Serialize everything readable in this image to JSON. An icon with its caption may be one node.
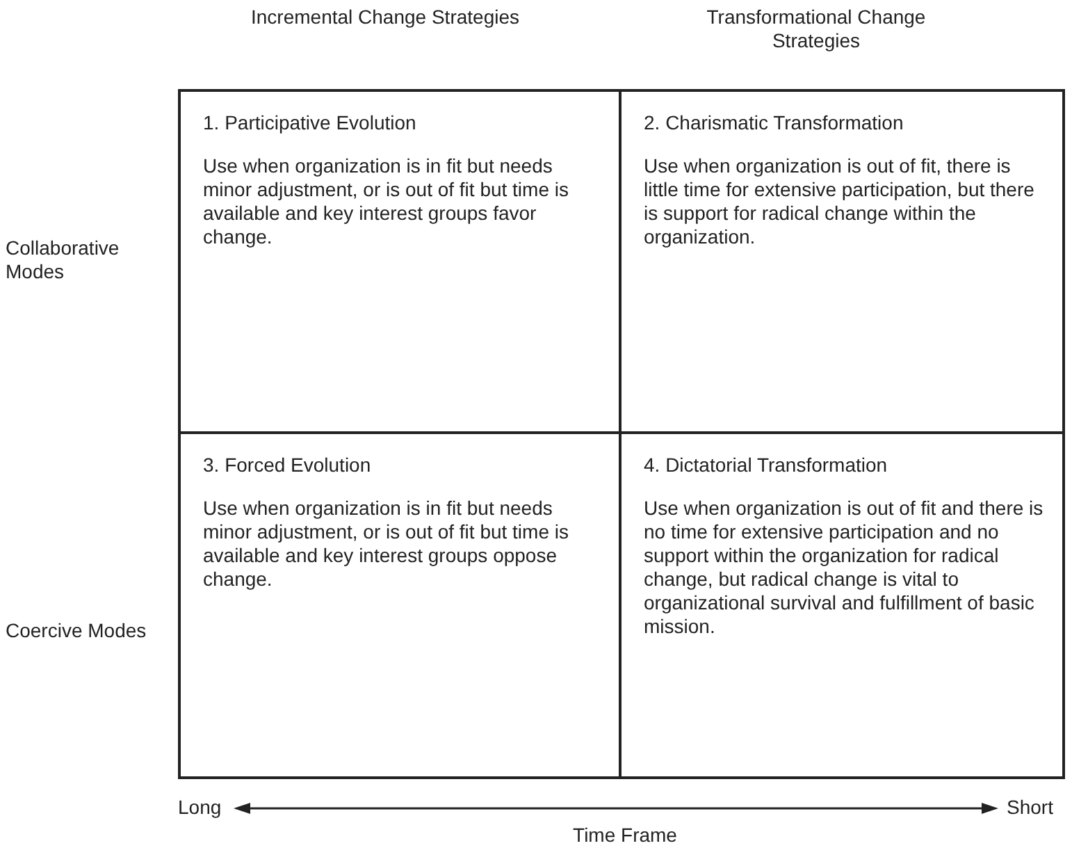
{
  "diagram": {
    "nodes": [
      {
        "text": [
          "1. Participative Evolution",
          "Use when organization is in fit but needs minor adjustment, or is out of fit but time is available and key interest groups favor change."
        ]
      },
      {
        "text": [
          "2. Charismatic Transformation",
          "Use when organization is out of fit, there is little time for extensive participation, but there is support for radical change within the organization."
        ]
      },
      {
        "text": [
          "3. Forced Evolution",
          "Use when organization is in fit but needs minor adjustment, or is out of fit but time is available and key interest groups oppose change."
        ]
      },
      {
        "text": [
          "4. Dictatorial Transformation",
          "Use when organization is out of fit and there is no time for extensive participation and no support within the organization for radical change, but radical change is vital to organizational survival and fulfillment of basic mission."
        ]
      }
    ],
    "labels": [
      "Incremental Change Strategies",
      "Transformational Change Strategies",
      "Collaborative Modes",
      "Coercive Modes",
      "Long",
      "Short",
      "Time Frame"
    ]
  }
}
